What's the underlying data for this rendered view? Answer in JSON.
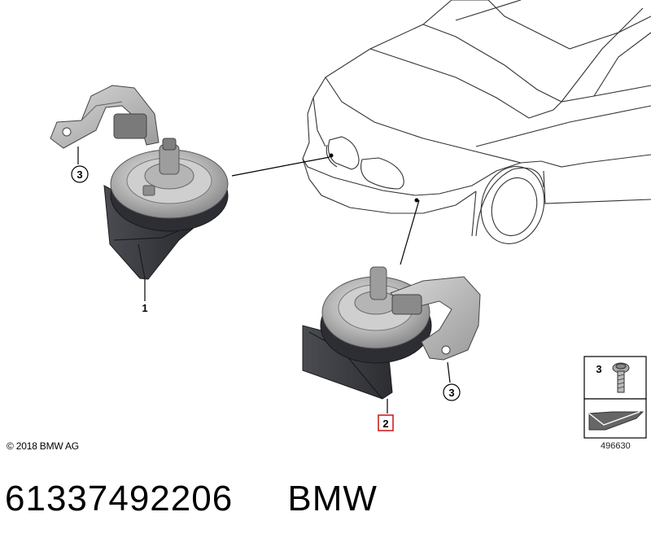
{
  "diagram": {
    "callouts": {
      "part1": "1",
      "part2": "2",
      "screw_a": "3",
      "screw_b": "3",
      "legend_screw": "3"
    },
    "copyright": "© 2018 BMW AG",
    "diagram_number": "496630"
  },
  "footer": {
    "part_number": "61337492206",
    "brand": "BMW"
  },
  "colors": {
    "highlight_box": "#cc2222",
    "horn_body": "#2f3136",
    "metal": "#c9c9c9"
  }
}
